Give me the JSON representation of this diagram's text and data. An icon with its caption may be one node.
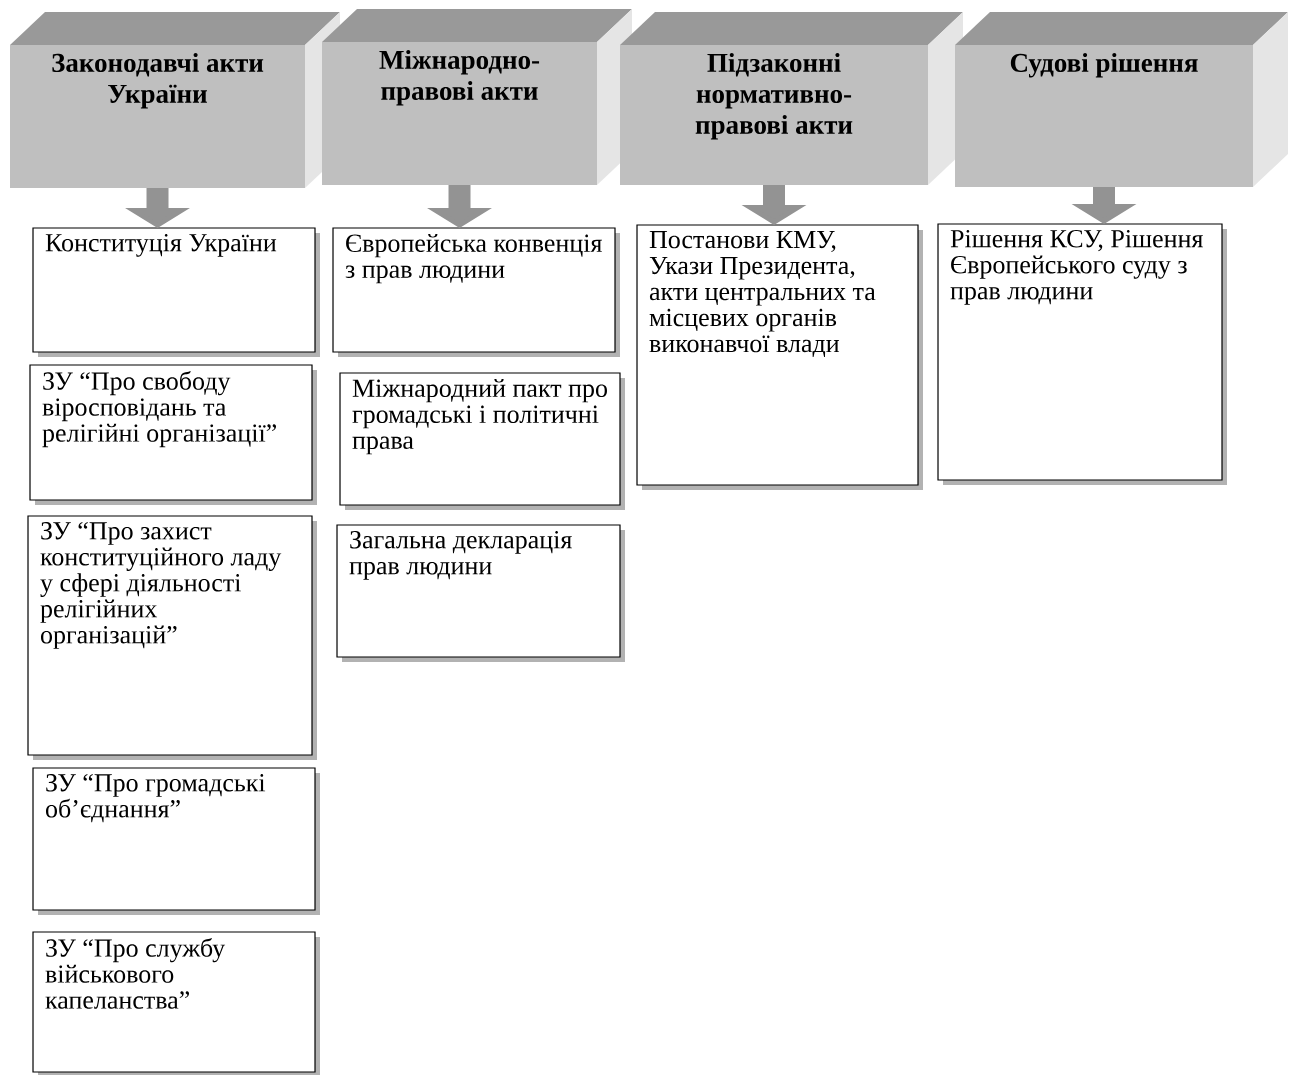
{
  "diagram": {
    "nodes": [
      {
        "text": [
          "Законодавчі акти України"
        ]
      },
      {
        "text": [
          "Міжнародно-правові акти"
        ]
      },
      {
        "text": [
          "Підзаконні нормативно-правові акти"
        ]
      },
      {
        "text": [
          "Судові рішення"
        ]
      },
      {
        "text": [
          "Конституція України"
        ]
      },
      {
        "text": [
          "ЗУ “Про свободу віросповідань та релігійні організації”"
        ]
      },
      {
        "text": [
          "ЗУ “Про захист конституційного ладу у сфері діяльності релігійних організацій”"
        ]
      },
      {
        "text": [
          "ЗУ “Про громадські об’єднання”"
        ]
      },
      {
        "text": [
          "ЗУ “Про службу військового капеланства”"
        ]
      },
      {
        "text": [
          "Європейська конвенція з прав людини"
        ]
      },
      {
        "text": [
          "Міжнародний пакт про громадські і політичні права"
        ]
      },
      {
        "text": [
          "Загальна декларація прав людини"
        ]
      },
      {
        "text": [
          "Постанови КМУ, Укази Президента, акти центральних та місцевих органів виконавчої влади"
        ]
      },
      {
        "text": [
          "Рішення КСУ, Рішення Європейського суду з прав людини"
        ]
      }
    ],
    "edges": [
      {
        "from": 0,
        "to": 4,
        "arrow": "to"
      },
      {
        "from": 1,
        "to": 9,
        "arrow": "to"
      },
      {
        "from": 2,
        "to": 12,
        "arrow": "to"
      },
      {
        "from": 3,
        "to": 13,
        "arrow": "to"
      }
    ]
  }
}
